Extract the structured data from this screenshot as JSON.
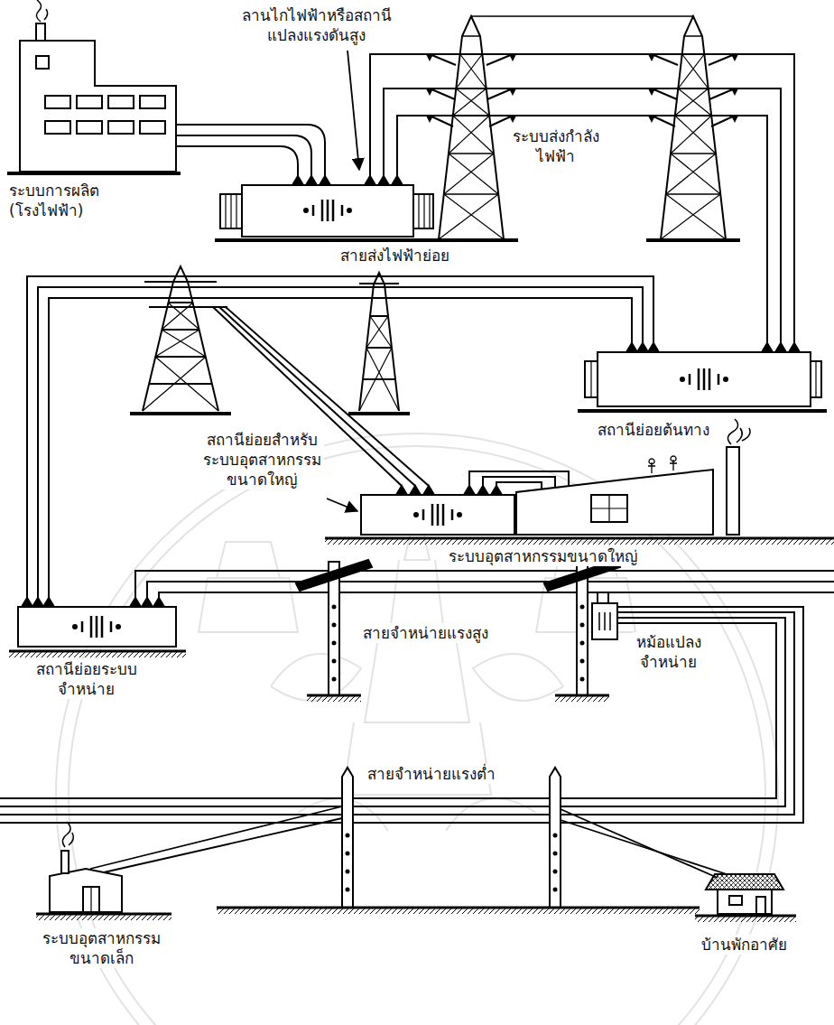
{
  "diagram": {
    "labels": [
      "ลานไกไฟฟ้าหรือสถานี แปลงแรงดันสูง",
      "ระบบส่งกำลัง ไฟฟ้า",
      "ระบบการผลิต (โรงไฟฟ้า)",
      "สายส่งไฟฟ้าย่อย",
      "สถานีย่อยต้นทาง",
      "สถานีย่อยสำหรับ ระบบอุตสาหกรรม ขนาดใหญ่",
      "ระบบอุตสาหกรรมขนาดใหญ่",
      "สายจำหน่ายแรงสูง",
      "สถานีย่อยระบบ จำหน่าย",
      "หม้อแปลง จำหน่าย",
      "สายจำหน่ายแรงต่ำ",
      "ระบบอุตสาหกรรม ขนาดเล็ก",
      "บ้านพักอาศัย"
    ]
  }
}
